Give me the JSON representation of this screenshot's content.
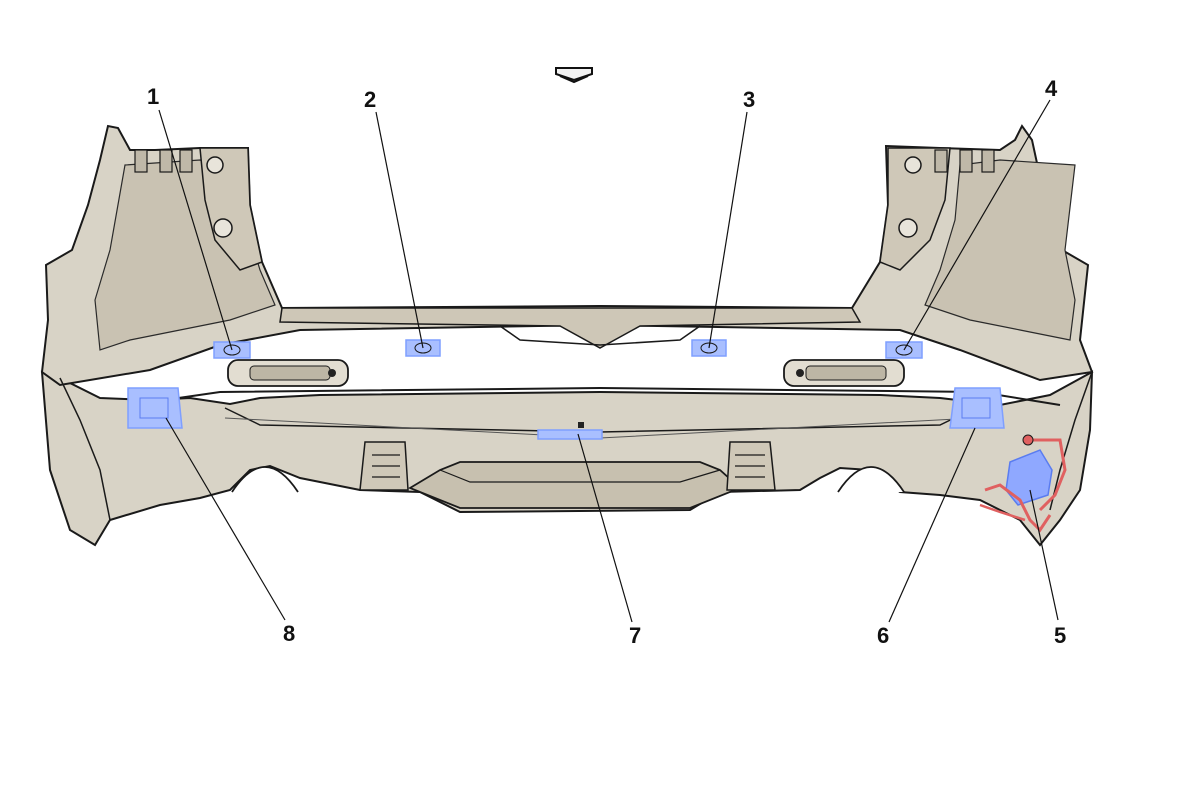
{
  "diagram": {
    "orientation_marker": "arrow-down-icon",
    "colors": {
      "bumper_fill": "#d8d3c6",
      "bumper_shade": "#bfb8a8",
      "outline": "#1a1a1a",
      "component_blue": "#7f9fff",
      "harness_red": "#e06060"
    },
    "callouts": [
      {
        "label": "1"
      },
      {
        "label": "2"
      },
      {
        "label": "3"
      },
      {
        "label": "4"
      },
      {
        "label": "5"
      },
      {
        "label": "6"
      },
      {
        "label": "7"
      },
      {
        "label": "8"
      }
    ]
  }
}
